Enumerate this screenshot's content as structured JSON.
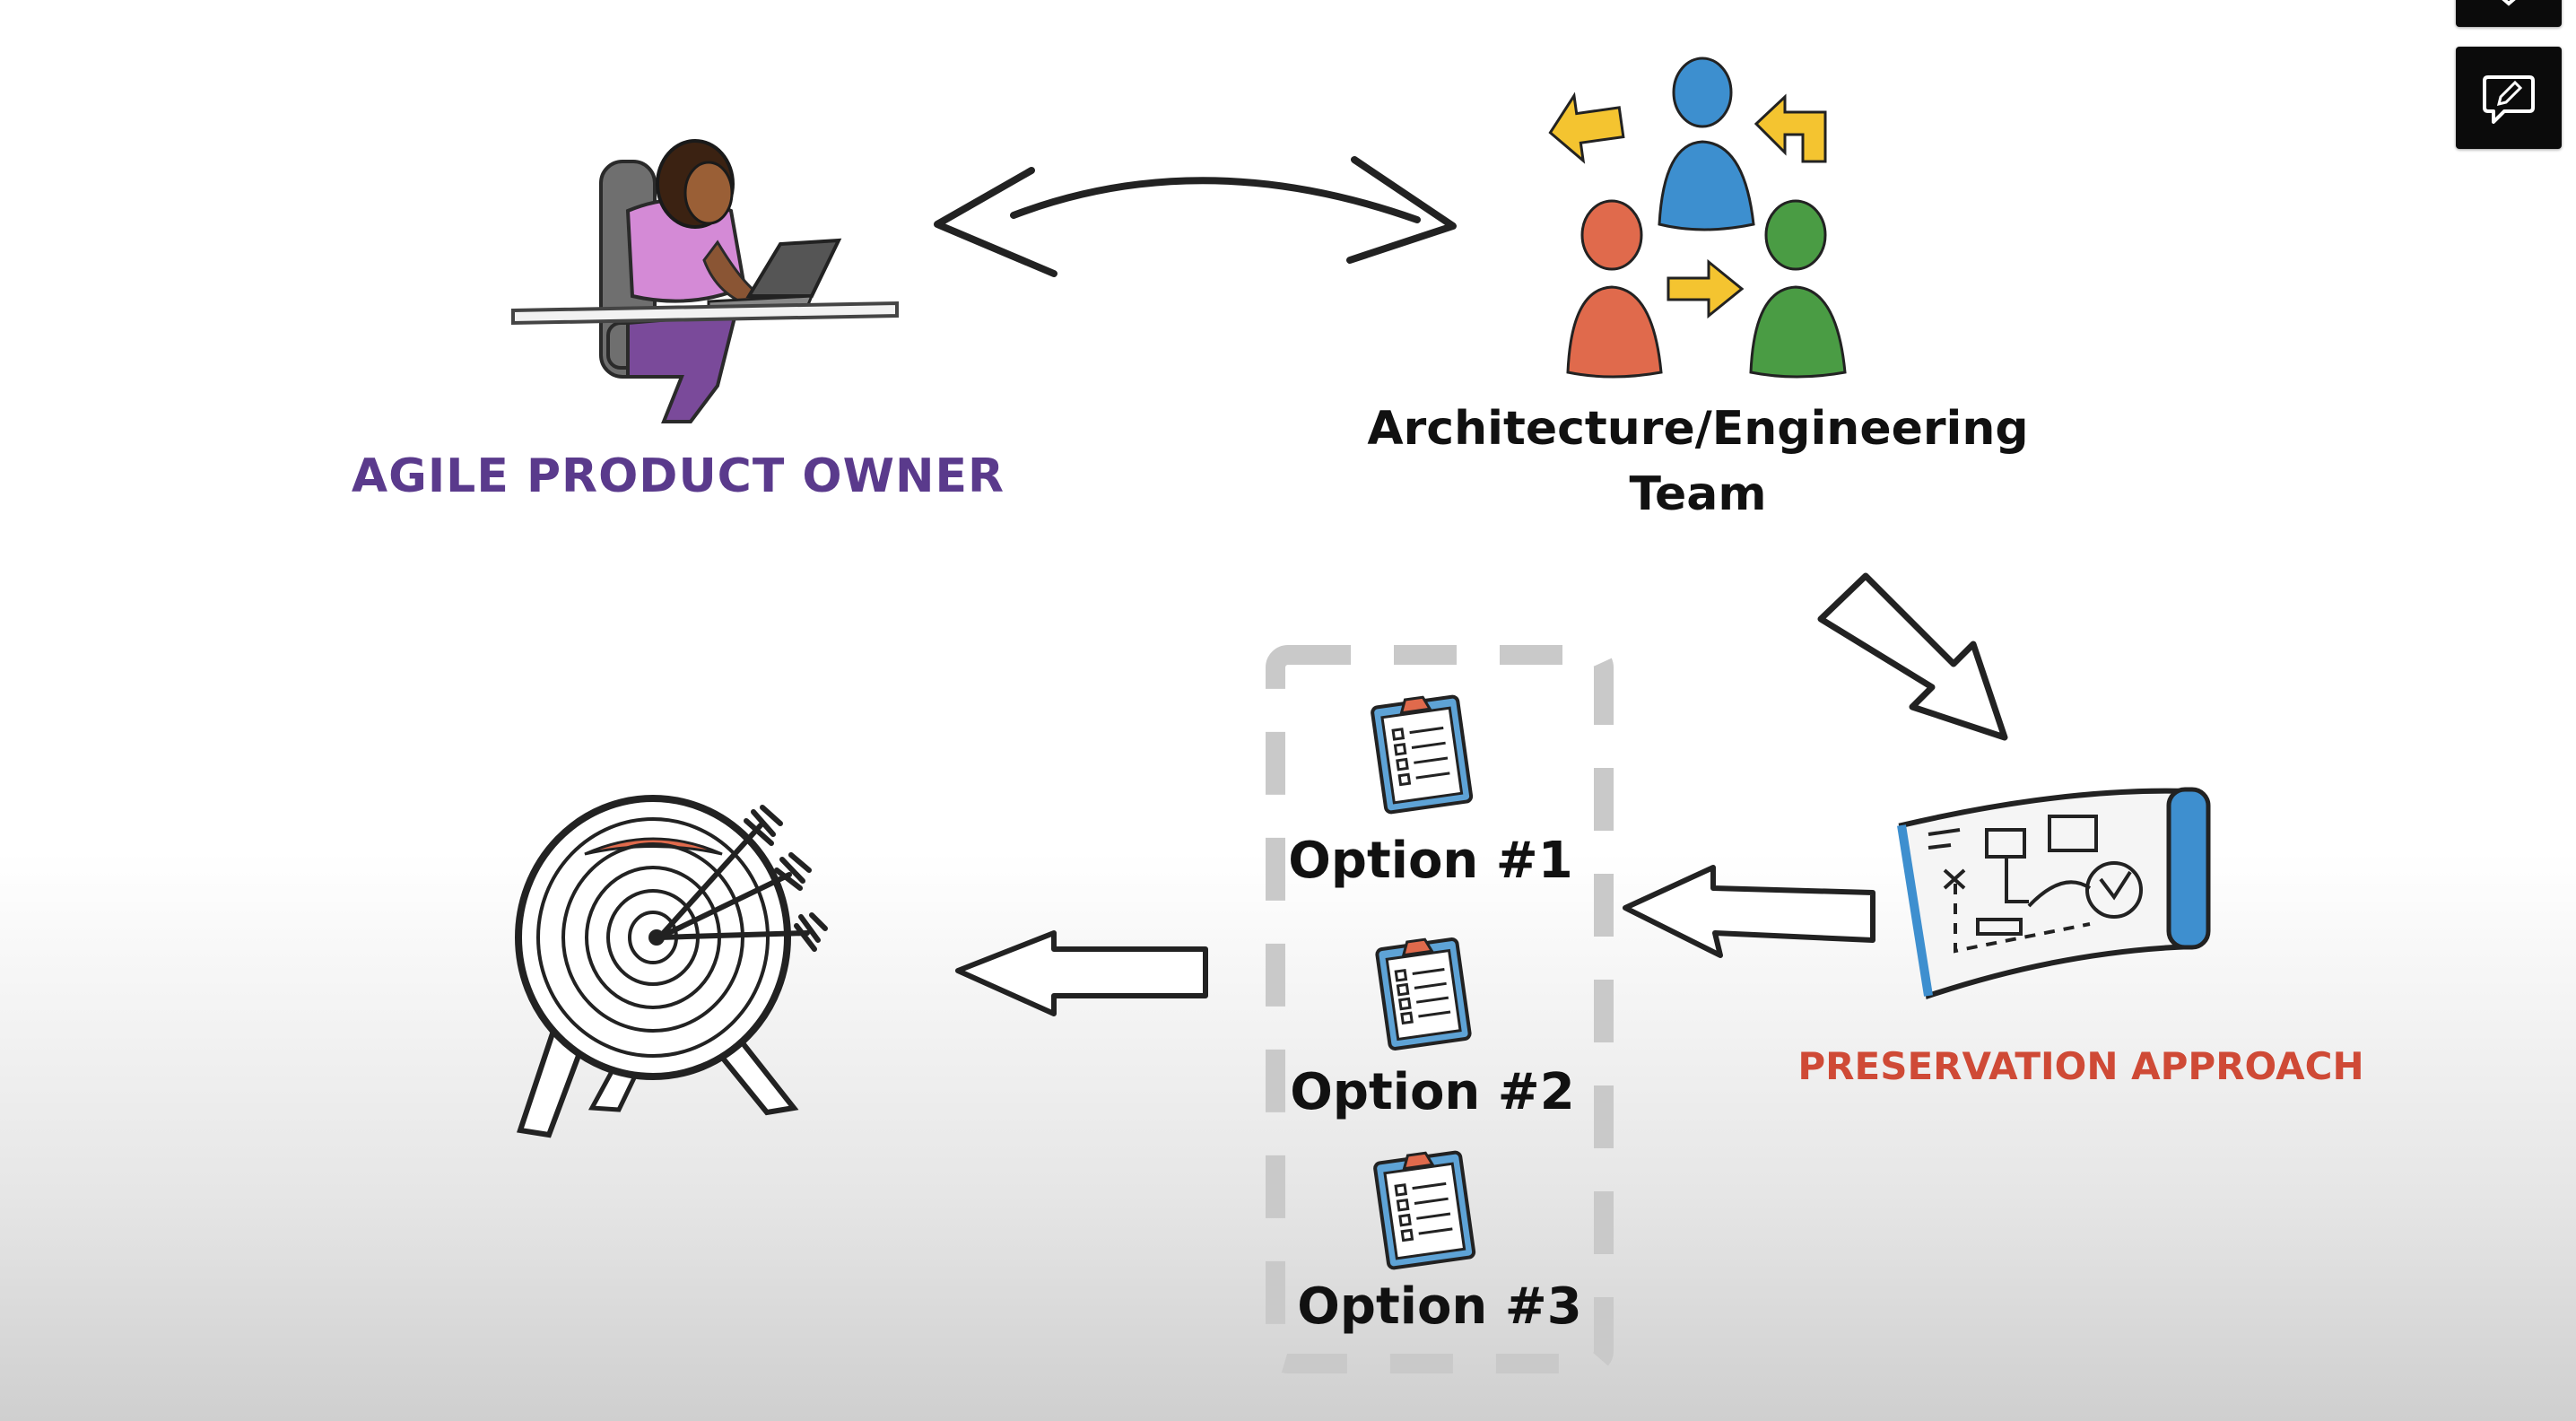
{
  "labels": {
    "product_owner": "AGILE PRODUCT OWNER",
    "team_line1": "Architecture/Engineering",
    "team_line2": "Team",
    "preservation": "PRESERVATION APPROACH"
  },
  "options": [
    "Option #1",
    "Option #2",
    "Option #3"
  ],
  "colors": {
    "product_owner_label": "#5a3a8c",
    "preservation_label": "#cf4a36",
    "person_blue": "#3d8fcf",
    "person_red": "#e06a4c",
    "person_green": "#4a9c44",
    "arrow_yellow": "#f4c430",
    "blueprint_roll": "#3e8fcf",
    "target_red": "#e06a4c"
  },
  "controls": {
    "feedback_icon": "feedback-icon"
  }
}
